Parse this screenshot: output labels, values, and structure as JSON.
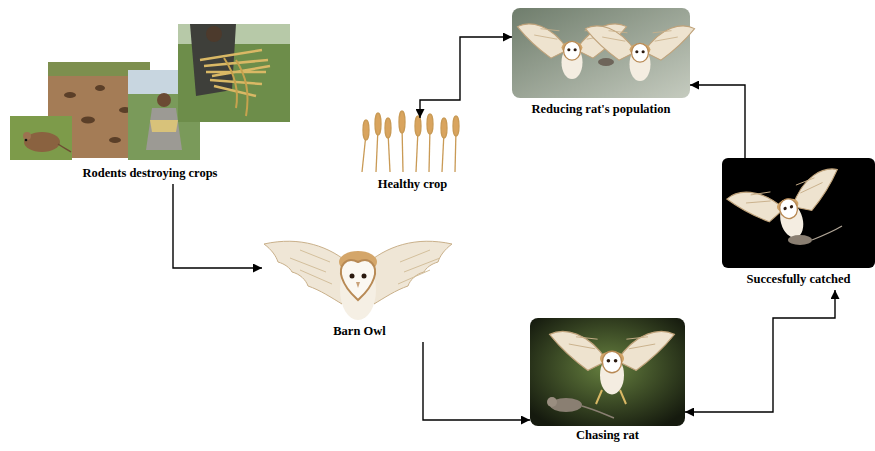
{
  "diagram": {
    "nodes": [
      {
        "text": [
          "Rodents destroying crops"
        ]
      },
      {
        "text": [
          "Barn Owl"
        ]
      },
      {
        "text": [
          "Chasing rat"
        ]
      },
      {
        "text": [
          "Succesfully catched"
        ]
      },
      {
        "text": [
          "Reducing rat's population"
        ]
      },
      {
        "text": [
          "Healthy crop"
        ]
      }
    ],
    "edges": [
      {
        "from": 0,
        "to": 1,
        "arrow": "to"
      },
      {
        "from": 1,
        "to": 2,
        "arrow": "to"
      },
      {
        "from": 2,
        "to": 3,
        "arrow": "both"
      },
      {
        "from": 3,
        "to": 4,
        "arrow": "to"
      },
      {
        "from": 4,
        "to": 5,
        "arrow": "both"
      }
    ]
  }
}
